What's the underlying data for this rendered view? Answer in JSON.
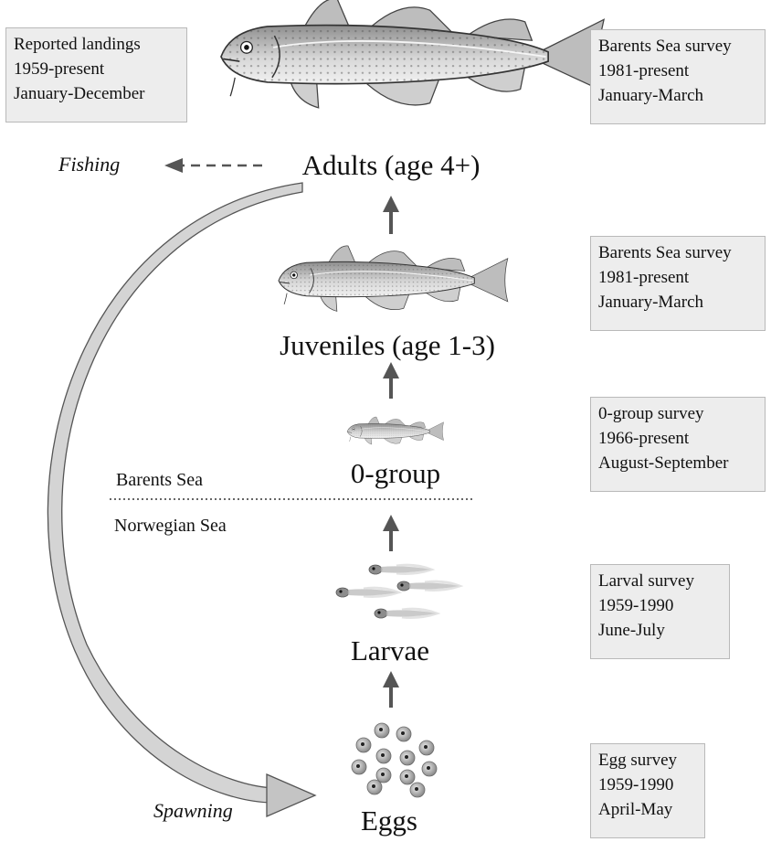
{
  "boxes": {
    "landings": [
      "Reported landings",
      "1959-present",
      "January-December"
    ],
    "adults_survey": [
      "Barents Sea survey",
      "1981-present",
      "January-March"
    ],
    "juveniles_survey": [
      "Barents Sea survey",
      "1981-present",
      "January-March"
    ],
    "zero_group_survey": [
      "0-group survey",
      "1966-present",
      "August-September"
    ],
    "larval_survey": [
      "Larval survey",
      "1959-1990",
      "June-July"
    ],
    "egg_survey": [
      "Egg survey",
      "1959-1990",
      "April-May"
    ]
  },
  "stages": {
    "adults": "Adults (age 4+)",
    "juveniles": "Juveniles (age 1-3)",
    "zero_group": "0-group",
    "larvae": "Larvae",
    "eggs": "Eggs"
  },
  "labels": {
    "fishing": "Fishing",
    "spawning": "Spawning",
    "barents_sea": "Barents Sea",
    "norwegian_sea": "Norwegian Sea"
  },
  "colors": {
    "box_fill": "#ededed",
    "arrow": "#555555",
    "spawning_arrow_fill": "#cfcfcf"
  },
  "icons": {
    "adult_fish": "cod-adult-illustration",
    "juvenile_fish": "cod-juvenile-illustration",
    "zero_group_fish": "cod-small-illustration",
    "larvae": "cod-larvae-illustration",
    "eggs": "fish-eggs-illustration"
  }
}
